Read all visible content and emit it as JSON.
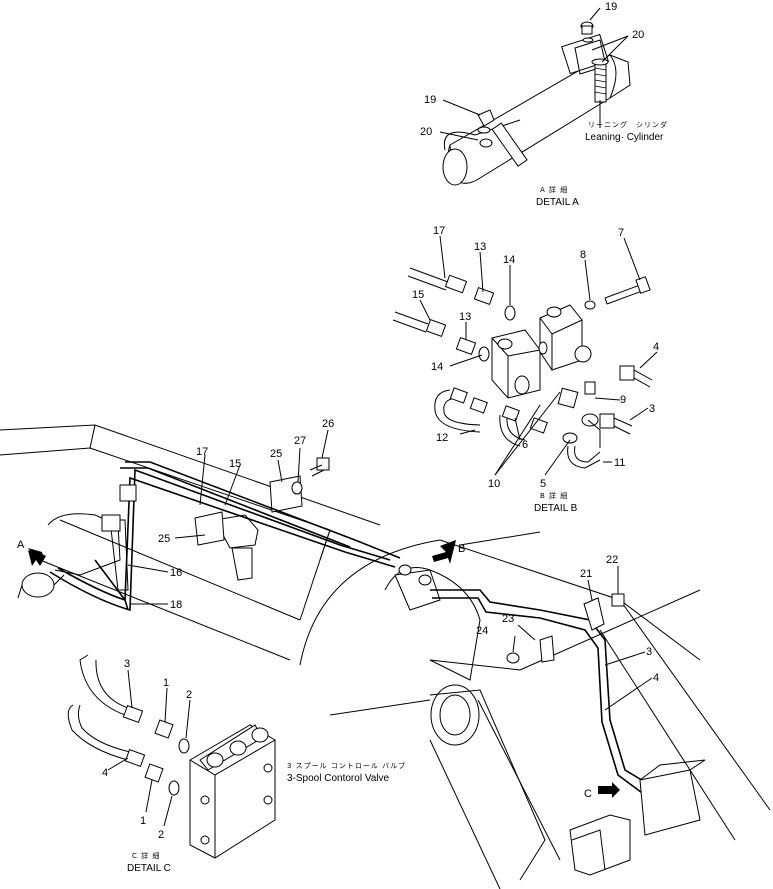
{
  "callouts": {
    "n19a": "19",
    "n20a": "20",
    "n19b": "19",
    "n20b": "20",
    "n17a": "17",
    "n13a": "13",
    "n14a": "14",
    "n8": "8",
    "n7": "7",
    "n15a": "15",
    "n13b": "13",
    "n14b": "14",
    "n4a": "4",
    "n12": "12",
    "n6": "6",
    "n9": "9",
    "n3a": "3",
    "n10": "10",
    "n5": "5",
    "n11": "11",
    "n26": "26",
    "n27": "27",
    "n25a": "25",
    "n17b": "17",
    "n15b": "15",
    "n25b": "25",
    "n16": "16",
    "n18": "18",
    "n22": "22",
    "n21": "21",
    "n23": "23",
    "n24": "24",
    "n3b": "3",
    "n4b": "4",
    "n3c": "3",
    "n1a": "1",
    "n2a": "2",
    "n4c": "4",
    "n1b": "1",
    "n2b": "2"
  },
  "views": {
    "A": "A",
    "B": "B",
    "C": "C"
  },
  "captions": {
    "leaning_jp": "リーニング　シリンダ",
    "leaning_en": "Leaning· Cylinder",
    "detail_a_jp": "A 詳 細",
    "detail_a_en": "DETAIL A",
    "detail_b_jp": "B 詳 細",
    "detail_b_en": "DETAIL B",
    "detail_c_jp": "C 詳 細",
    "detail_c_en": "DETAIL C",
    "valve_jp": "3 スプール コントロール バルブ",
    "valve_en": "3-Spool Contorol Valve"
  }
}
